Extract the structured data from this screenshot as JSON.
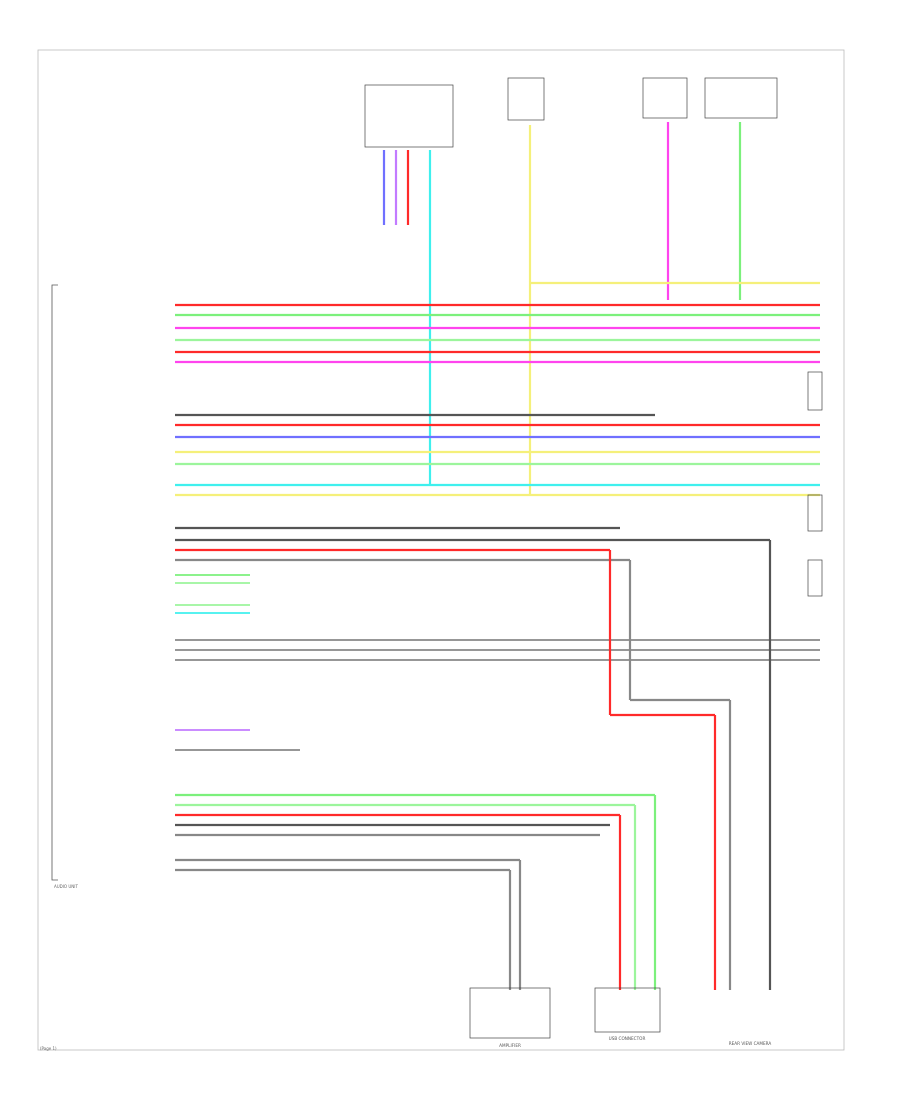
{
  "diagram": {
    "page_label": "(Page 1)",
    "unit_label": "AUDIO UNIT",
    "connectors": {
      "speaker_rl_box": "",
      "amplifier": "AMPLIFIER",
      "usb": "USB CONNECTOR",
      "rear_view_camera": "REAR VIEW CAMERA"
    }
  },
  "pins": [
    {
      "name": "",
      "wire": ""
    }
  ],
  "colors": {
    "red": "#ff2a2a",
    "green": "#7cf07c",
    "pink": "#ff44ee",
    "light_green": "#9cf59c",
    "yellow": "#f5f07a",
    "cyan": "#3ff0ee",
    "blue": "#7070ff",
    "gray": "#888888",
    "dark_gray": "#555555",
    "violet": "#c27bff"
  }
}
